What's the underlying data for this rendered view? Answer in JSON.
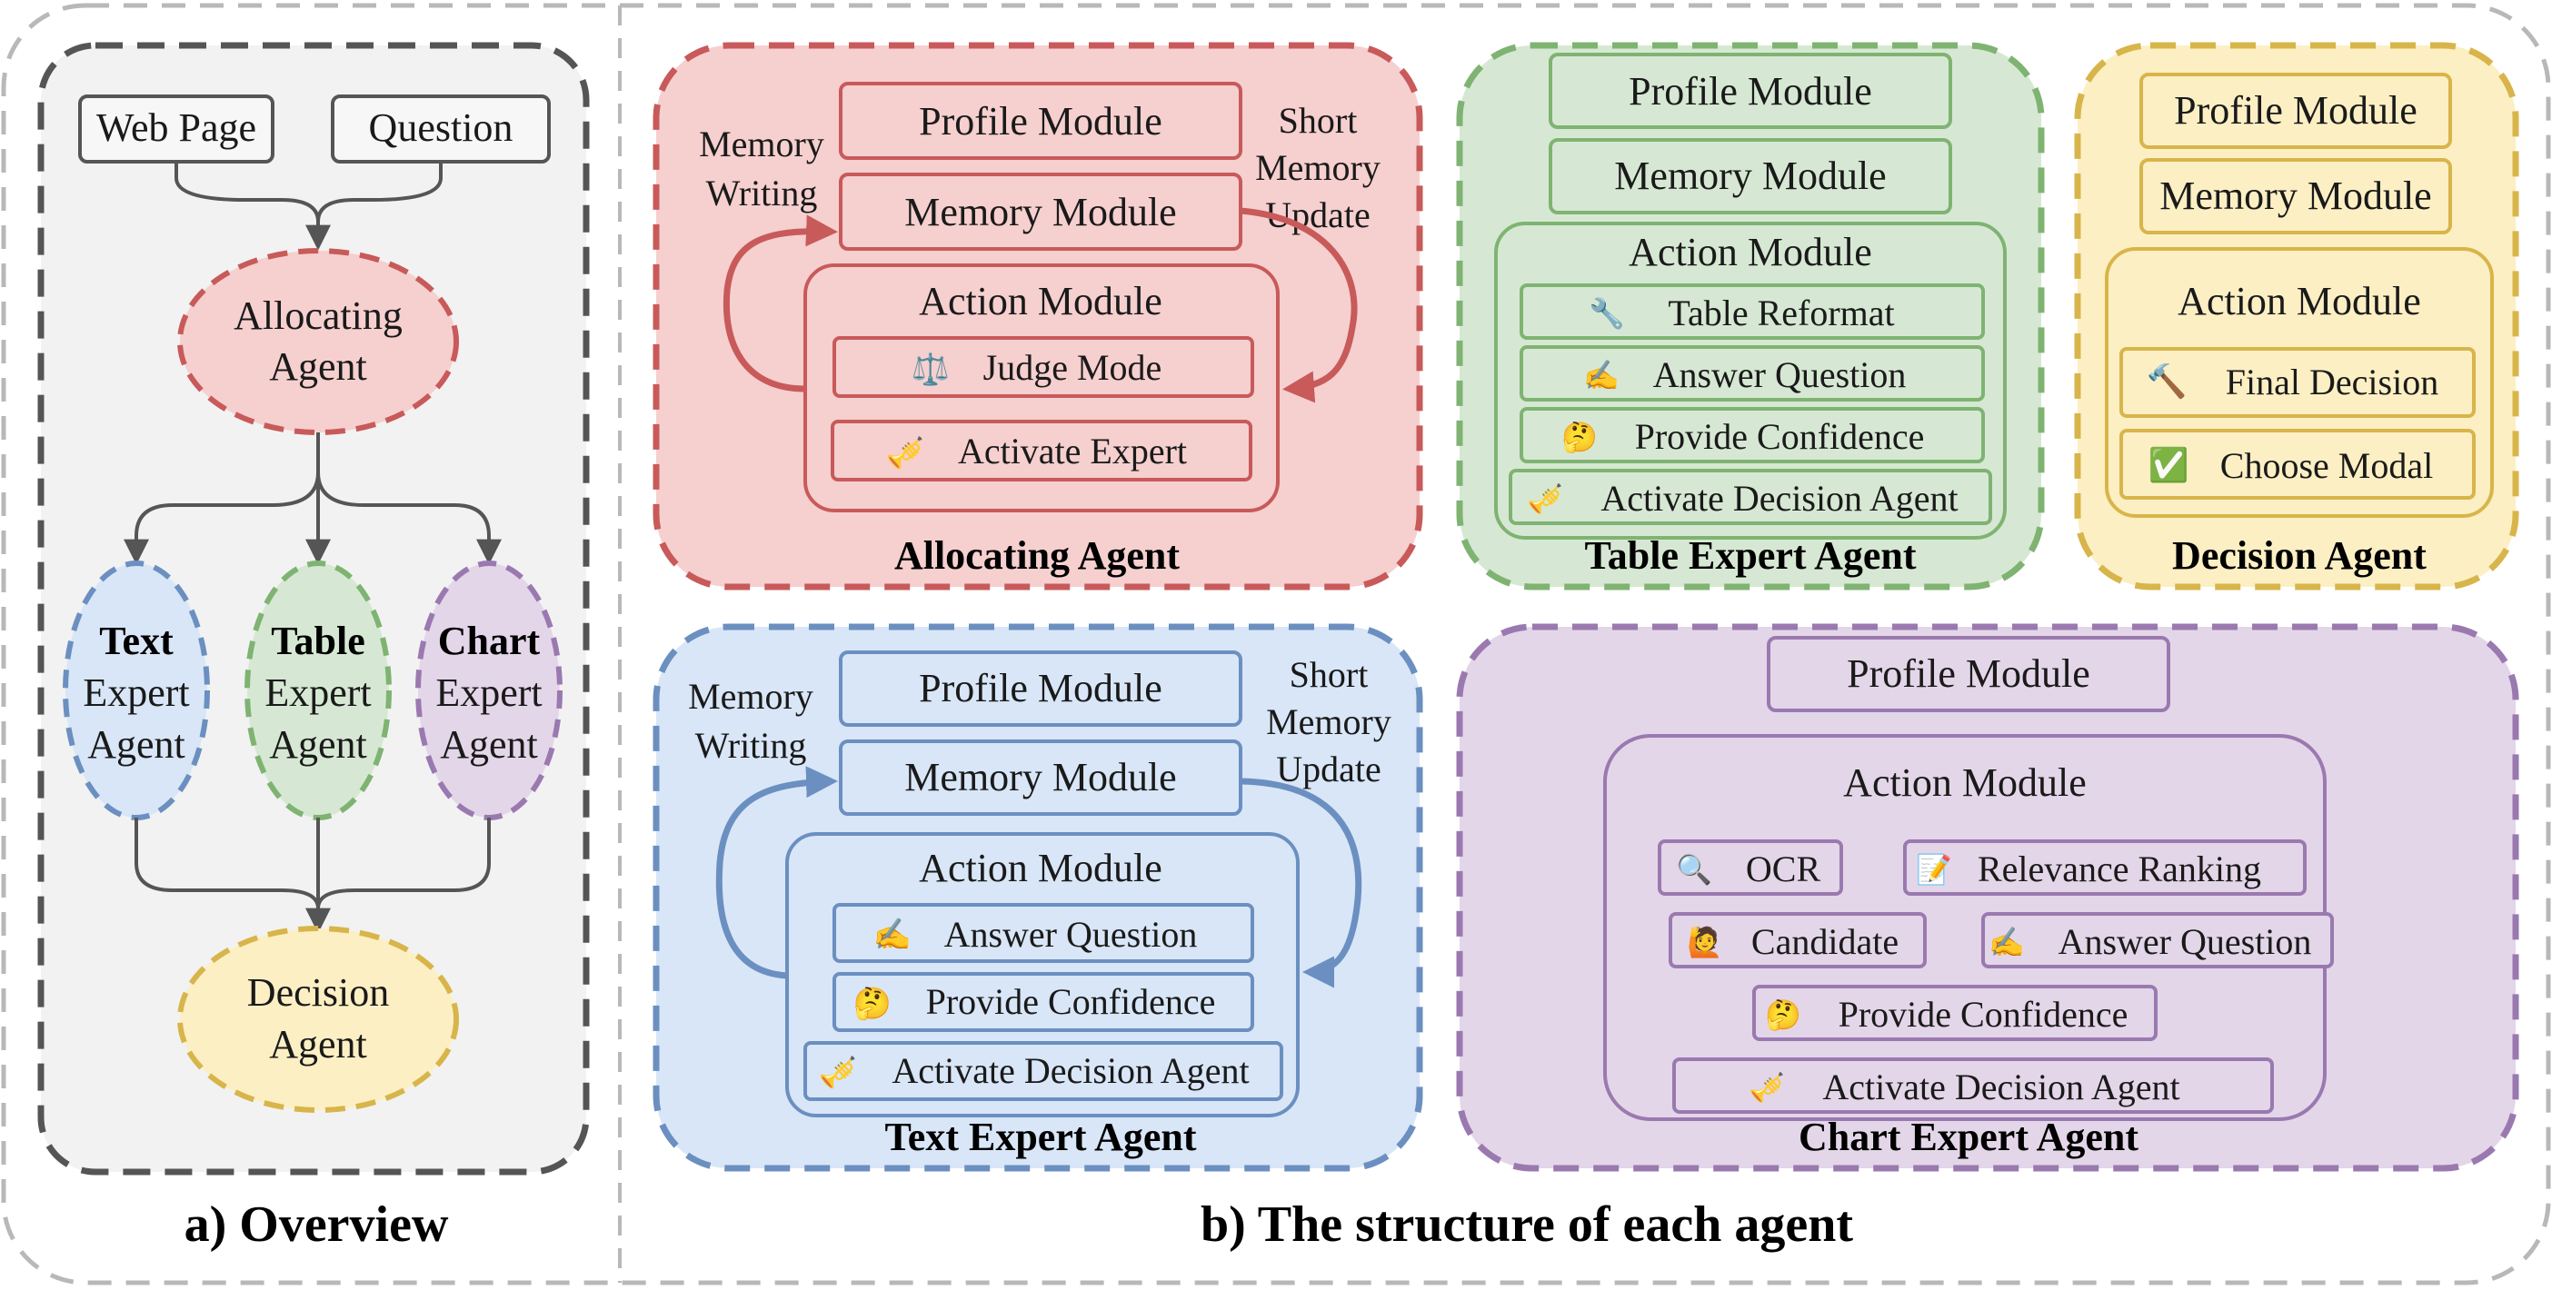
{
  "colors": {
    "overview_panel": "#f2f2f2",
    "red_fill": "#f6cfcf",
    "red_stroke": "#c85a5a",
    "green_fill": "#d6e8d3",
    "green_stroke": "#7fb372",
    "yellow_fill": "#fcefc4",
    "yellow_stroke": "#d8b54a",
    "blue_fill": "#d8e6f7",
    "blue_stroke": "#6b8fc0",
    "purple_fill": "#e3d6e8",
    "purple_stroke": "#9a79b0"
  },
  "overview": {
    "caption": "a) Overview",
    "inputs": [
      "Web Page",
      "Question"
    ],
    "allocating_agent": [
      "Allocating",
      "Agent"
    ],
    "experts": [
      {
        "bold": "Text",
        "rest": [
          "Expert",
          "Agent"
        ]
      },
      {
        "bold": "Table",
        "rest": [
          "Expert",
          "Agent"
        ]
      },
      {
        "bold": "Chart",
        "rest": [
          "Expert",
          "Agent"
        ]
      }
    ],
    "decision_agent": [
      "Decision",
      "Agent"
    ]
  },
  "structure": {
    "caption": "b) The structure of each agent",
    "allocating": {
      "title": "Allocating Agent",
      "profile": "Profile Module",
      "memory": "Memory Module",
      "action": "Action Module",
      "memory_writing": [
        "Memory",
        "Writing"
      ],
      "short_memory_update": [
        "Short",
        "Memory",
        "Update"
      ],
      "actions": [
        {
          "icon": "⚖️",
          "icon_name": "scales-icon",
          "label": "Judge Mode"
        },
        {
          "icon": "🎺",
          "icon_name": "trumpet-icon",
          "label": "Activate Expert"
        }
      ]
    },
    "table_expert": {
      "title": "Table Expert Agent",
      "profile": "Profile Module",
      "memory": "Memory Module",
      "action": "Action Module",
      "actions": [
        {
          "icon": "🔧",
          "icon_name": "wrench-icon",
          "label": "Table Reformat"
        },
        {
          "icon": "✍️",
          "icon_name": "writing-hand-icon",
          "label": "Answer Question"
        },
        {
          "icon": "🤔",
          "icon_name": "thinking-face-icon",
          "label": "Provide Confidence"
        },
        {
          "icon": "🎺",
          "icon_name": "trumpet-icon",
          "label": "Activate Decision Agent"
        }
      ]
    },
    "decision": {
      "title": "Decision Agent",
      "profile": "Profile Module",
      "memory": "Memory Module",
      "action": "Action Module",
      "actions": [
        {
          "icon": "🔨",
          "icon_name": "hammer-icon",
          "label": "Final Decision"
        },
        {
          "icon": "✅",
          "icon_name": "check-mark-icon",
          "label": "Choose Modal"
        }
      ]
    },
    "text_expert": {
      "title": "Text Expert Agent",
      "profile": "Profile Module",
      "memory": "Memory Module",
      "action": "Action Module",
      "memory_writing": [
        "Memory",
        "Writing"
      ],
      "short_memory_update": [
        "Short",
        "Memory",
        "Update"
      ],
      "actions": [
        {
          "icon": "✍️",
          "icon_name": "writing-hand-icon",
          "label": "Answer Question"
        },
        {
          "icon": "🤔",
          "icon_name": "thinking-face-icon",
          "label": "Provide Confidence"
        },
        {
          "icon": "🎺",
          "icon_name": "trumpet-icon",
          "label": "Activate Decision Agent"
        }
      ]
    },
    "chart_expert": {
      "title": "Chart Expert Agent",
      "profile": "Profile Module",
      "action": "Action Module",
      "actions": [
        {
          "icon": "🔍",
          "icon_name": "magnifier-icon",
          "label": "OCR"
        },
        {
          "icon": "📝",
          "icon_name": "memo-icon",
          "label": "Relevance Ranking"
        },
        {
          "icon": "🙋",
          "icon_name": "raising-hand-icon",
          "label": "Candidate"
        },
        {
          "icon": "✍️",
          "icon_name": "writing-hand-icon",
          "label": "Answer Question"
        },
        {
          "icon": "🤔",
          "icon_name": "thinking-face-icon",
          "label": "Provide Confidence"
        },
        {
          "icon": "🎺",
          "icon_name": "trumpet-icon",
          "label": "Activate Decision Agent"
        }
      ]
    }
  }
}
